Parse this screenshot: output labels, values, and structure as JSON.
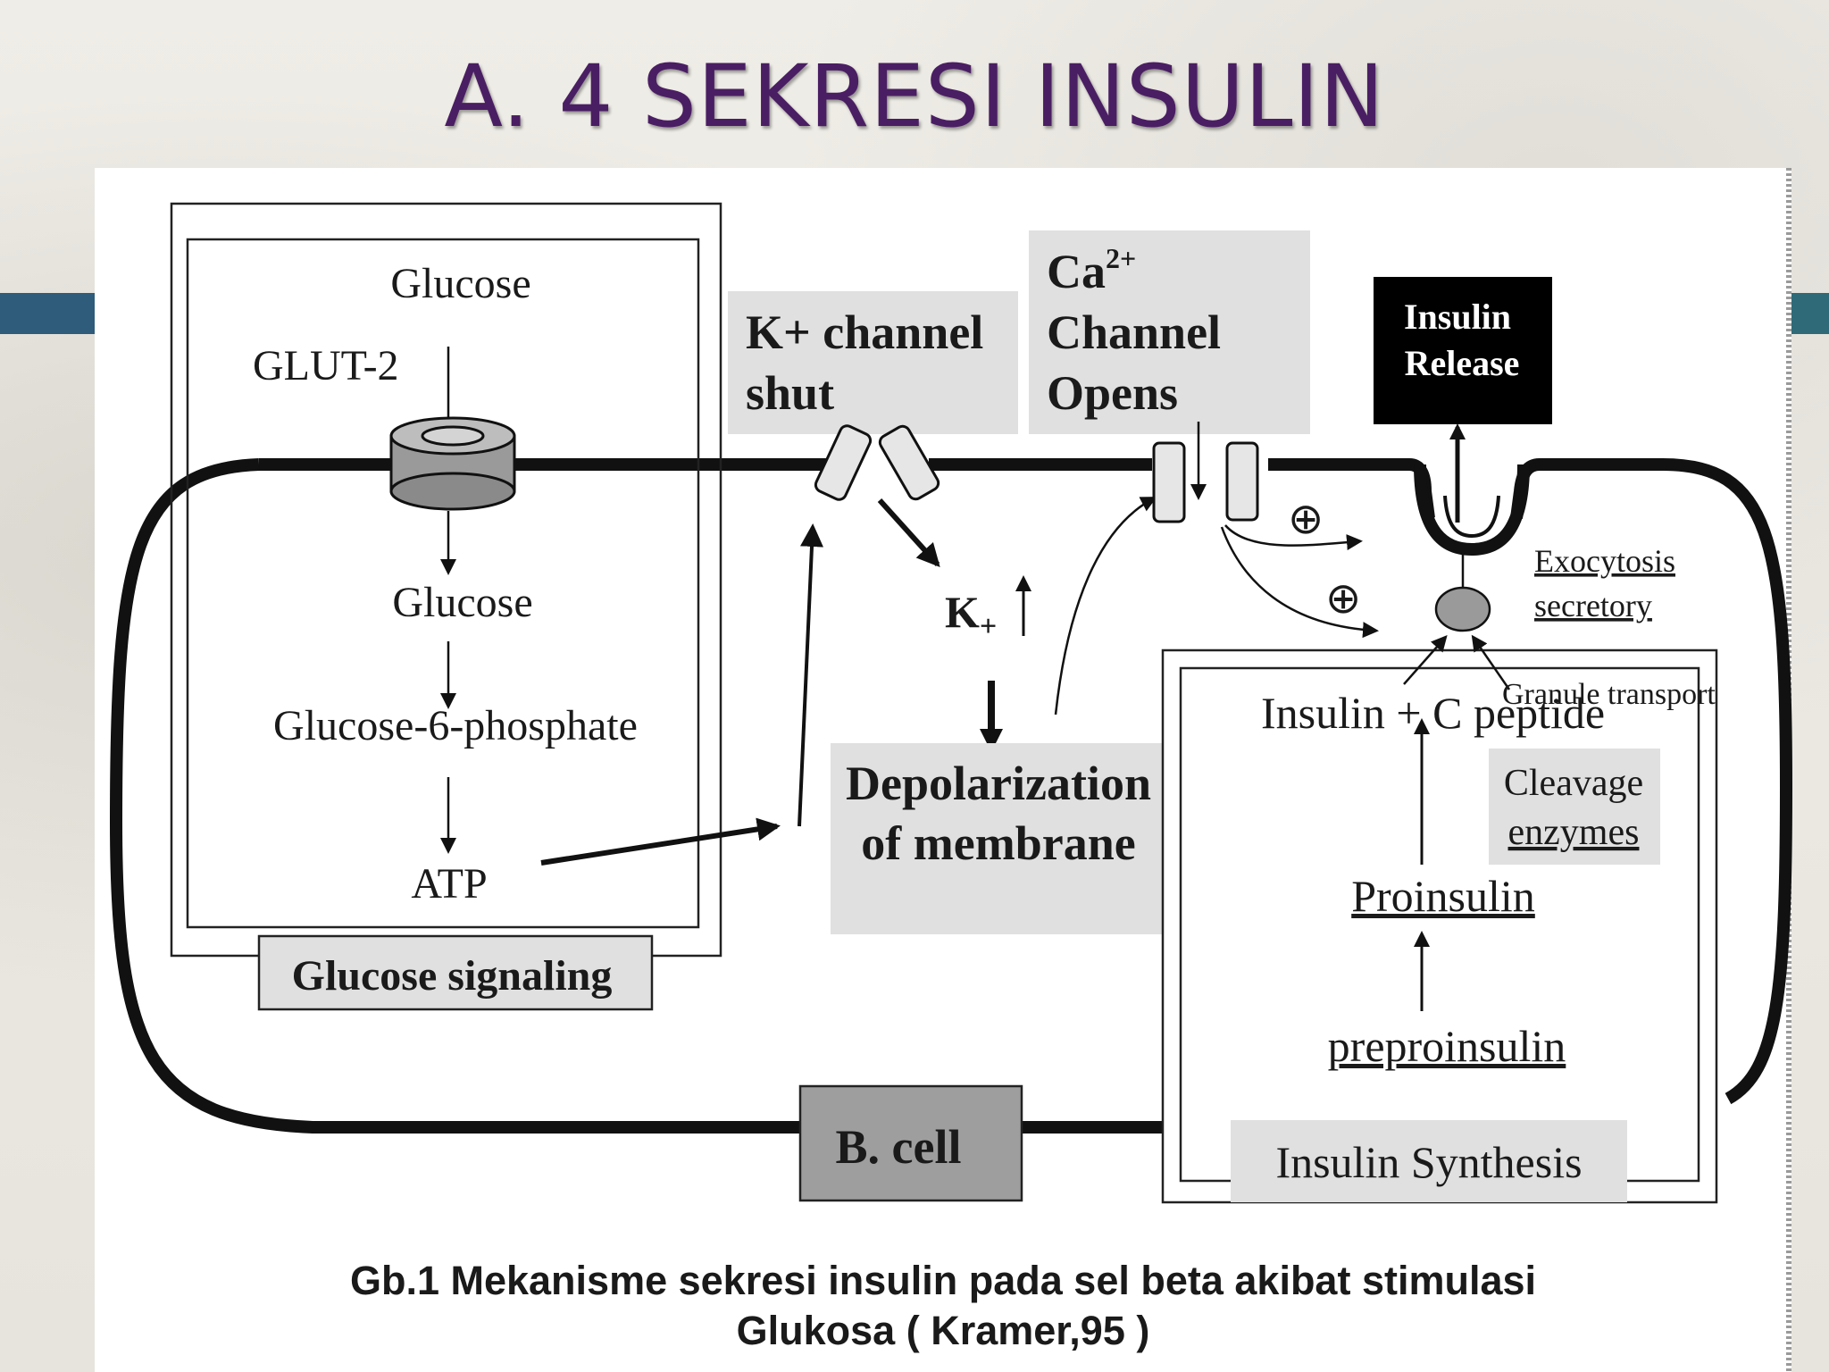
{
  "slide": {
    "title": "A. 4 SEKRESI INSULIN"
  },
  "diagram": {
    "glucose_top": "Glucose",
    "glut2": "GLUT-2",
    "glucose_mid": "Glucose",
    "g6p": "Glucose-6-phosphate",
    "atp": "ATP",
    "glucose_signaling": "Glucose signaling",
    "k_channel_line1": "K+ channel",
    "k_channel_line2": "shut",
    "ca_channel_line1": "Ca",
    "ca_channel_sup": "2+",
    "ca_channel_line2": "Channel",
    "ca_channel_line3": "Opens",
    "insulin_release_line1": "Insulin",
    "insulin_release_line2": "Release",
    "k_plus": "K",
    "k_plus_sub": "+",
    "depol_line1": "Depolarization",
    "depol_line2": "of membrane",
    "plus_sign_1": "⊕",
    "plus_sign_2": "⊕",
    "exocytosis_line1": "Exocytosis",
    "exocytosis_line2": "secretory",
    "granule_transport": "Granule transport",
    "insulin_c_peptide": "Insulin + C peptide",
    "cleavage_line1": "Cleavage",
    "cleavage_line2": "enzymes",
    "proinsulin": "Proinsulin",
    "preproinsulin": "preproinsulin",
    "insulin_synthesis": "Insulin Synthesis",
    "b_cell": "B. cell"
  },
  "caption": {
    "line1": "Gb.1 Mekanisme sekresi insulin pada sel beta akibat stimulasi",
    "line2": "Glukosa ( Kramer,95 )"
  }
}
